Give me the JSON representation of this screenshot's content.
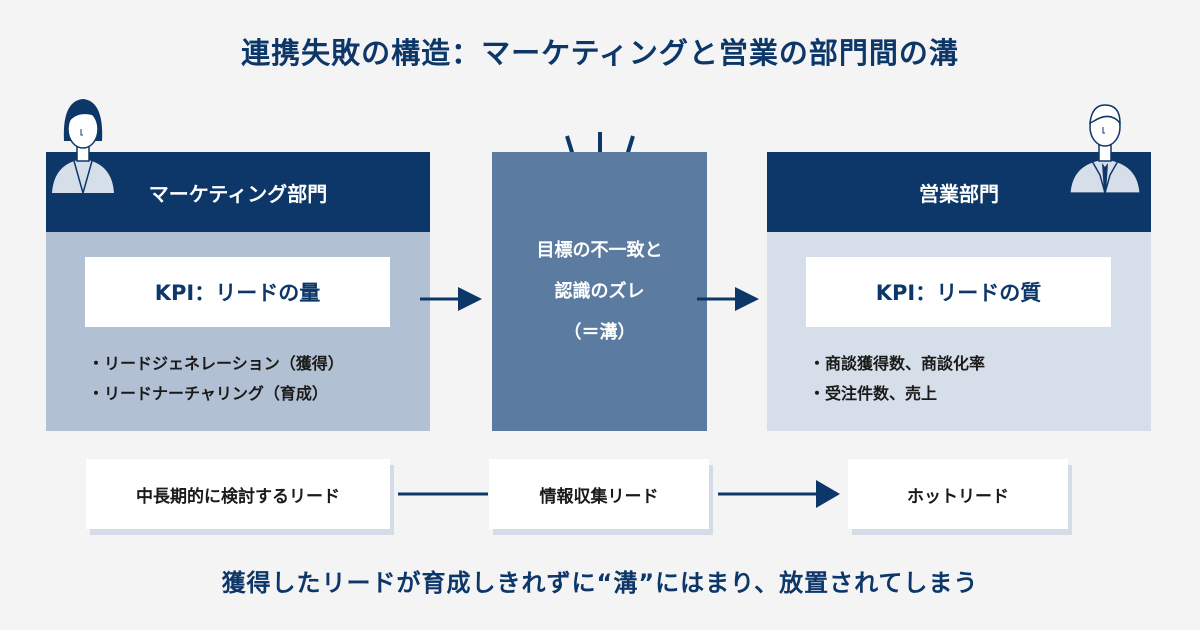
{
  "title": "連携失敗の構造：マーケティングと営業の部門間の溝",
  "colors": {
    "navy": "#0d3769",
    "marketing_body": "#b1c1d3",
    "sales_body": "#d6dfe9",
    "gap_box": "#5b7ca0",
    "background": "#f4f4f5"
  },
  "marketing": {
    "header": "マーケティング部門",
    "kpi": "KPI：リードの量",
    "bullets": [
      "リードジェネレーション（獲得）",
      "リードナーチャリング（育成）"
    ],
    "icon": "woman-icon"
  },
  "gap": {
    "lines": [
      "目標の不一致と",
      "認識のズレ",
      "（＝溝）"
    ],
    "icon": "alert-spark-icon"
  },
  "sales": {
    "header": "営業部門",
    "kpi": "KPI：リードの質",
    "bullets": [
      "商談獲得数、商談化率",
      "受注件数、売上"
    ],
    "icon": "man-icon"
  },
  "stages": [
    "中長期的に検討するリード",
    "情報収集リード",
    "ホットリード"
  ],
  "conclusion": "獲得したリードが育成しきれずに“溝”にはまり、放置されてしまう"
}
